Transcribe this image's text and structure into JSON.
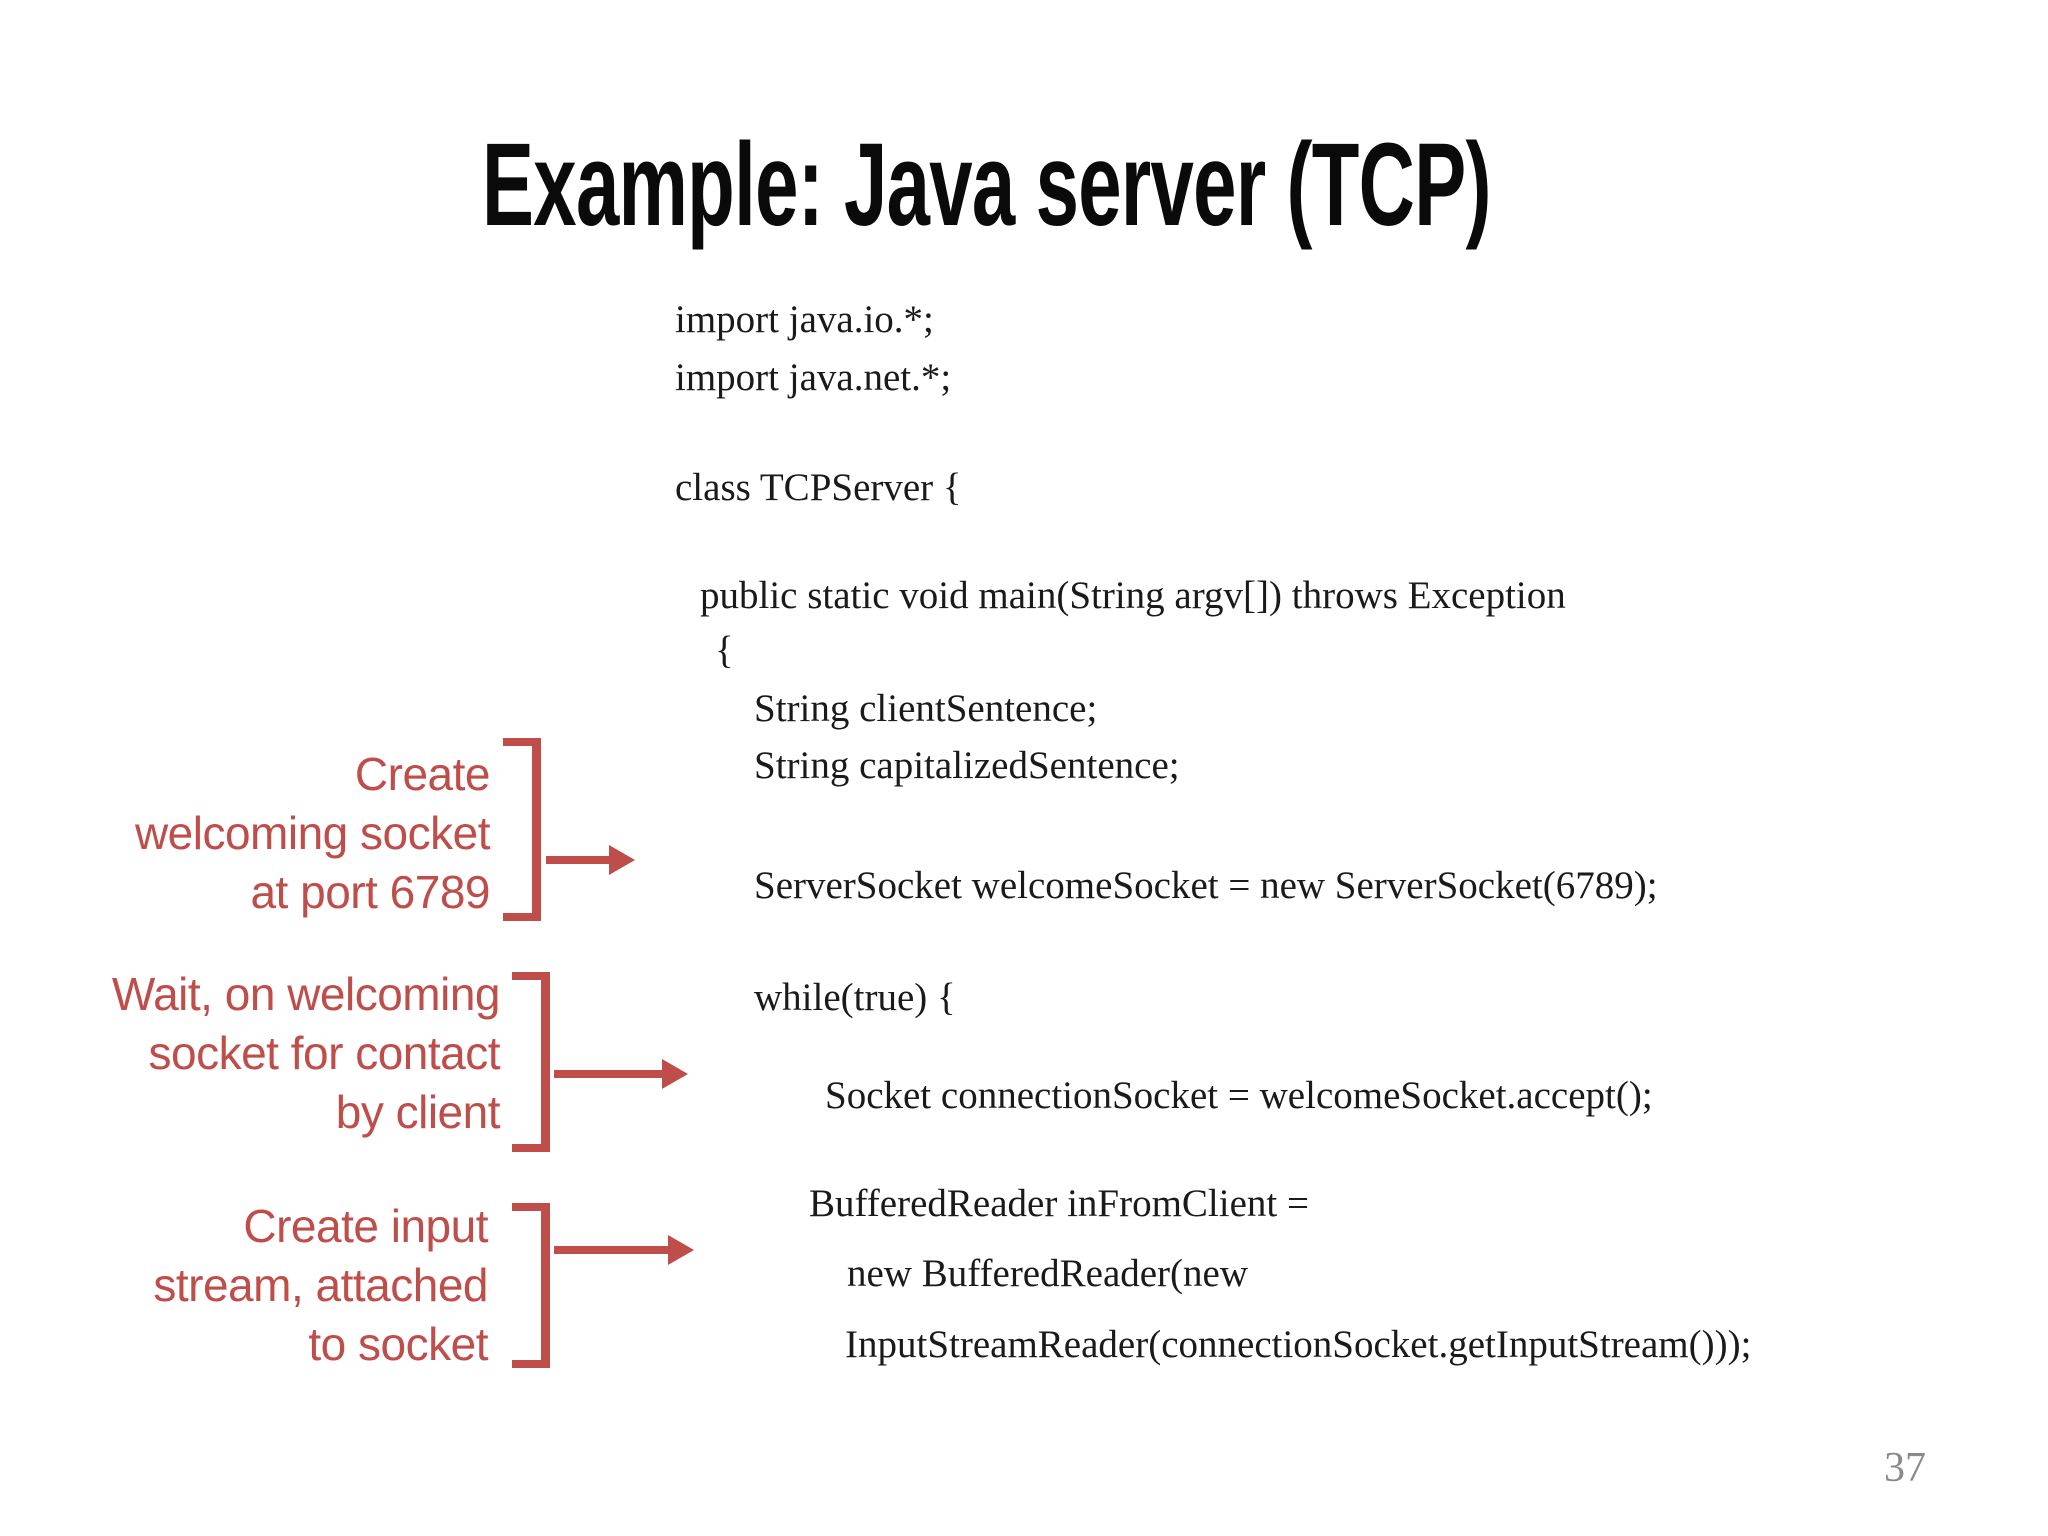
{
  "slide": {
    "title": "Example: Java server (TCP)",
    "page_number": "37"
  },
  "colors": {
    "annotation_red": "#bf4d4a",
    "code_text": "#1a1a1a",
    "title_text": "#0a0a0a",
    "page_number_gray": "#8a8a8a"
  },
  "code": {
    "language": "java",
    "lines": [
      "import java.io.*;",
      "import java.net.*;",
      "class TCPServer {",
      "public static void main(String argv[]) throws Exception",
      "{",
      "String clientSentence;",
      "String capitalizedSentence;",
      "ServerSocket welcomeSocket = new ServerSocket(6789);",
      "while(true) {",
      "Socket connectionSocket = welcomeSocket.accept();",
      "BufferedReader inFromClient =",
      "new BufferedReader(new",
      "InputStreamReader(connectionSocket.getInputStream()));"
    ]
  },
  "annotations": [
    {
      "id": "create-welcoming-socket",
      "lines": [
        "Create",
        "welcoming socket",
        "at port 6789"
      ]
    },
    {
      "id": "wait-on-welcoming-socket",
      "lines": [
        "Wait, on welcoming",
        "socket for contact",
        "by client"
      ]
    },
    {
      "id": "create-input-stream",
      "lines": [
        "Create input",
        "stream, attached",
        "to socket"
      ]
    }
  ]
}
